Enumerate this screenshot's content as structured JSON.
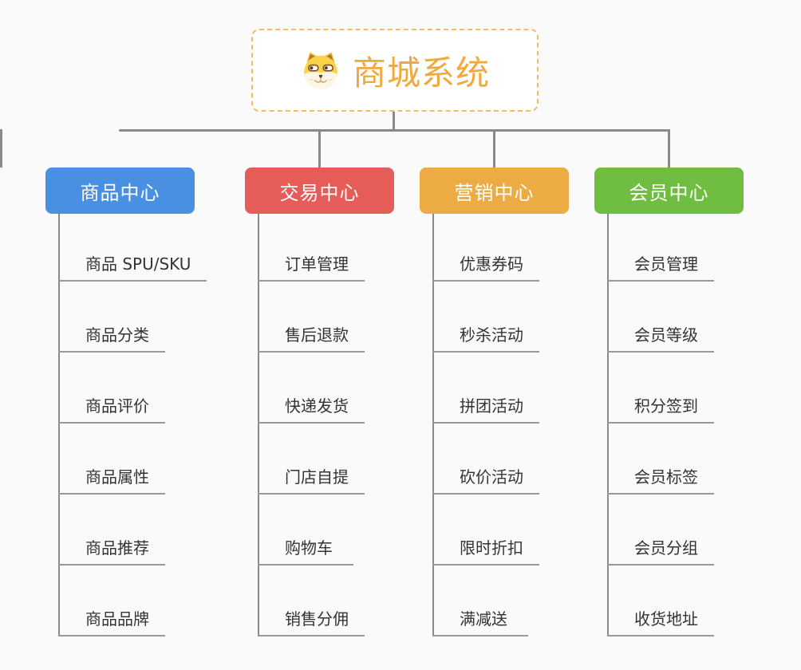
{
  "root": {
    "title": "商城系统",
    "icon": "shiba-dog-icon"
  },
  "colors": {
    "background": "#fafafa",
    "connector": "#8a8a8a",
    "root_border": "#f3bc64",
    "root_title": "#f0a93e",
    "branch_text": "#ffffff",
    "item_text": "#333333",
    "item_line": "#999999"
  },
  "branches": [
    {
      "label": "商品中心",
      "color": "#4a90e2",
      "items": [
        "商品 SPU/SKU",
        "商品分类",
        "商品评价",
        "商品属性",
        "商品推荐",
        "商品品牌"
      ]
    },
    {
      "label": "交易中心",
      "color": "#e65c58",
      "items": [
        "订单管理",
        "售后退款",
        "快递发货",
        "门店自提",
        "购物车",
        "销售分佣"
      ]
    },
    {
      "label": "营销中心",
      "color": "#ecab43",
      "items": [
        "优惠券码",
        "秒杀活动",
        "拼团活动",
        "砍价活动",
        "限时折扣",
        "满减送"
      ]
    },
    {
      "label": "会员中心",
      "color": "#6fbe42",
      "items": [
        "会员管理",
        "会员等级",
        "积分签到",
        "会员标签",
        "会员分组",
        "收货地址"
      ]
    }
  ]
}
